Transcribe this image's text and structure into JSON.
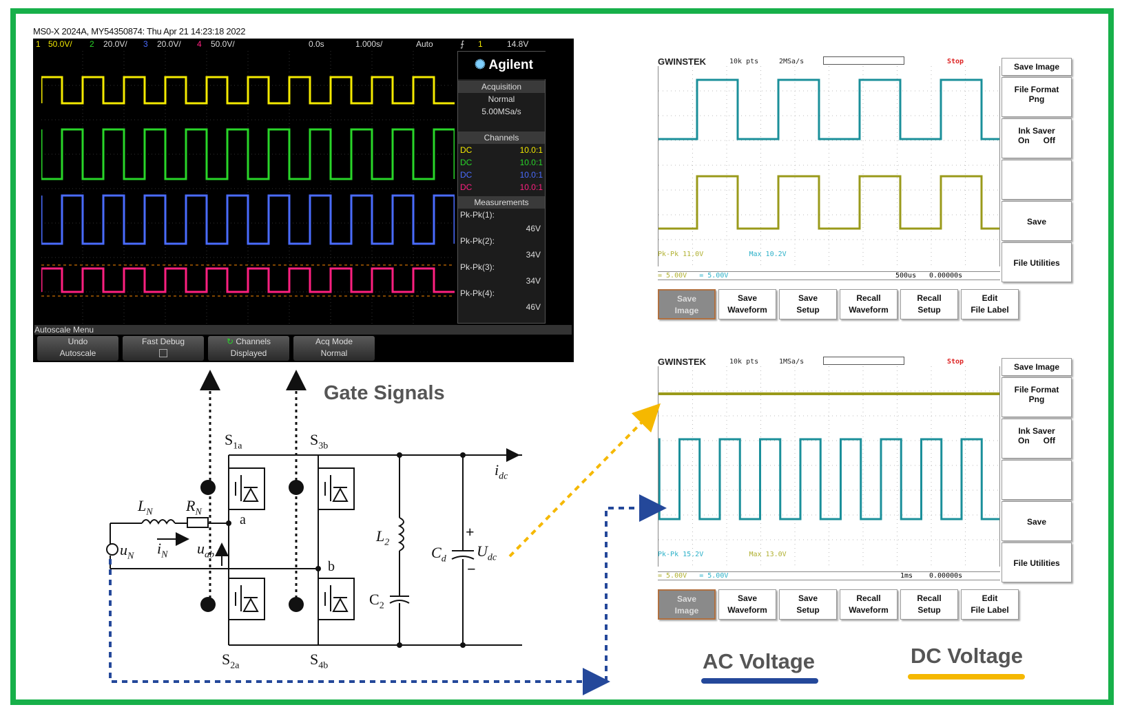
{
  "colors": {
    "frame": "#17b04a",
    "ch1": "#f4ea00",
    "ch2": "#29d629",
    "ch3": "#4a6cff",
    "ch4": "#ff2080",
    "gw_teal": "#1a8f9a",
    "gw_olive": "#9a9a1a",
    "ac_blue": "#24489a",
    "dc_yellow": "#f5b800"
  },
  "agilent": {
    "title": "MS0-X 2024A, MY54350874: Thu Apr 21 14:23:18 2022",
    "top": {
      "ch1n": "1",
      "ch1v": "50.0V/",
      "ch2n": "2",
      "ch2v": "20.0V/",
      "ch3n": "3",
      "ch3v": "20.0V/",
      "ch4n": "4",
      "ch4v": "50.0V/",
      "time": "0.0s",
      "tdiv": "1.000s/",
      "mode": "Auto",
      "trig": "1",
      "level": "14.8V"
    },
    "brand": "Agilent",
    "acq": {
      "hdr": "Acquisition",
      "mode": "Normal",
      "rate": "5.00MSa/s"
    },
    "channels": {
      "hdr": "Channels",
      "rows": [
        {
          "c": "DC",
          "r": "10.0:1"
        },
        {
          "c": "DC",
          "r": "10.0:1"
        },
        {
          "c": "DC",
          "r": "10.0:1"
        },
        {
          "c": "DC",
          "r": "10.0:1"
        }
      ]
    },
    "meas": {
      "hdr": "Measurements",
      "items": [
        {
          "l": "Pk-Pk(1):",
          "v": "46V"
        },
        {
          "l": "Pk-Pk(2):",
          "v": "34V"
        },
        {
          "l": "Pk-Pk(3):",
          "v": "34V"
        },
        {
          "l": "Pk-Pk(4):",
          "v": "46V"
        }
      ]
    },
    "menu_title": "Autoscale Menu",
    "buttons": [
      {
        "a": "Undo",
        "b": "Autoscale"
      },
      {
        "a": "Fast Debug",
        "b": ""
      },
      {
        "a": "Channels",
        "b": "Displayed"
      },
      {
        "a": "Acq Mode",
        "b": "Normal"
      }
    ]
  },
  "gw": [
    {
      "brand": "GWINSTEK",
      "pts": "10k pts",
      "rate": "2MSa/s",
      "stop": "Stop",
      "m1": "Pk-Pk 11.0V",
      "m2": "Max 10.2V",
      "s1": "= 5.00V",
      "s2": "= 5.00V",
      "tdiv": "500us",
      "pos": "0.00000s",
      "side": [
        {
          "a": "Save Image",
          "b": ""
        },
        {
          "a": "File Format",
          "b": "Png"
        },
        {
          "a": "Ink Saver",
          "b": "On      Off"
        },
        {
          "a": "",
          "b": ""
        },
        {
          "a": "Save",
          "b": ""
        },
        {
          "a": "File Utilities",
          "b": ""
        }
      ],
      "bottom": [
        {
          "a": "Save",
          "b": "Image"
        },
        {
          "a": "Save",
          "b": "Waveform"
        },
        {
          "a": "Save",
          "b": "Setup"
        },
        {
          "a": "Recall",
          "b": "Waveform"
        },
        {
          "a": "Recall",
          "b": "Setup"
        },
        {
          "a": "Edit",
          "b": "File Label"
        }
      ]
    },
    {
      "brand": "GWINSTEK",
      "pts": "10k pts",
      "rate": "1MSa/s",
      "stop": "Stop",
      "m1": "Pk-Pk 15.2V",
      "m2": "Max 13.0V",
      "s1": "= 5.00V",
      "s2": "= 5.00V",
      "tdiv": "1ms",
      "pos": "0.00000s",
      "side": [
        {
          "a": "Save Image",
          "b": ""
        },
        {
          "a": "File Format",
          "b": "Png"
        },
        {
          "a": "Ink Saver",
          "b": "On      Off"
        },
        {
          "a": "",
          "b": ""
        },
        {
          "a": "Save",
          "b": ""
        },
        {
          "a": "File Utilities",
          "b": ""
        }
      ],
      "bottom": [
        {
          "a": "Save",
          "b": "Image"
        },
        {
          "a": "Save",
          "b": "Waveform"
        },
        {
          "a": "Save",
          "b": "Setup"
        },
        {
          "a": "Recall",
          "b": "Waveform"
        },
        {
          "a": "Recall",
          "b": "Setup"
        },
        {
          "a": "Edit",
          "b": "File Label"
        }
      ]
    }
  ],
  "labels": {
    "gate": "Gate Signals",
    "ac": "AC Voltage",
    "dc": "DC Voltage"
  },
  "circuit": {
    "s1a": "S",
    "s1a_sub": "1a",
    "s3b": "S",
    "s3b_sub": "3b",
    "s2a": "S",
    "s2a_sub": "2a",
    "s4b": "S",
    "s4b_sub": "4b",
    "ln": "L",
    "ln_sub": "N",
    "rn": "R",
    "rn_sub": "N",
    "un": "u",
    "un_sub": "N",
    "in": "i",
    "in_sub": "N",
    "uab": "u",
    "uab_sub": "ab",
    "a": "a",
    "b": "b",
    "l2": "L",
    "l2_sub": "2",
    "c2": "C",
    "c2_sub": "2",
    "cd": "C",
    "cd_sub": "d",
    "udc": "U",
    "udc_sub": "dc",
    "idc": "i",
    "idc_sub": "dc",
    "plus": "+",
    "minus": "−"
  }
}
